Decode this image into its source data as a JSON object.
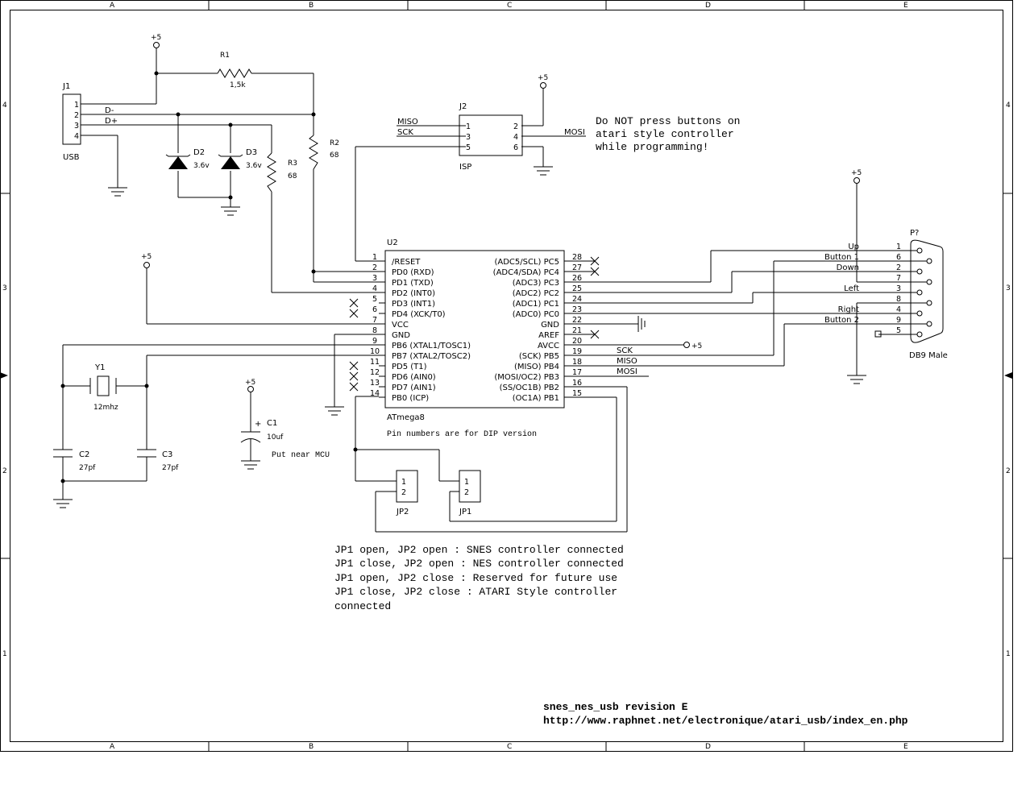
{
  "frame": {
    "col_labels": [
      "A",
      "B",
      "C",
      "D",
      "E"
    ],
    "row_labels": [
      "4",
      "3",
      "2",
      "1"
    ]
  },
  "components": {
    "j1": {
      "ref": "J1",
      "name": "USB",
      "pins": [
        "1",
        "2",
        "3",
        "4"
      ],
      "signals": [
        "D-",
        "D+"
      ]
    },
    "r1": {
      "ref": "R1",
      "value": "1,5k"
    },
    "r2": {
      "ref": "R2",
      "value": "68"
    },
    "r3": {
      "ref": "R3",
      "value": "68"
    },
    "d2": {
      "ref": "D2",
      "value": "3.6v"
    },
    "d3": {
      "ref": "D3",
      "value": "3.6v"
    },
    "j2": {
      "ref": "J2",
      "name": "ISP",
      "left_pins": [
        "1",
        "3",
        "5"
      ],
      "right_pins": [
        "2",
        "4",
        "6"
      ],
      "left_signals": [
        "MISO",
        "SCK"
      ],
      "right_signal": "MOSI"
    },
    "u2": {
      "ref": "U2",
      "name": "ATmega8",
      "note": "Pin numbers are for DIP version",
      "left_pins": [
        {
          "num": "1",
          "label": "/RESET"
        },
        {
          "num": "2",
          "label": "PD0 (RXD)"
        },
        {
          "num": "3",
          "label": "PD1 (TXD)"
        },
        {
          "num": "4",
          "label": "PD2 (INT0)"
        },
        {
          "num": "5",
          "label": "PD3 (INT1)"
        },
        {
          "num": "6",
          "label": "PD4 (XCK/T0)"
        },
        {
          "num": "7",
          "label": "VCC"
        },
        {
          "num": "8",
          "label": "GND"
        },
        {
          "num": "9",
          "label": "PB6 (XTAL1/TOSC1)"
        },
        {
          "num": "10",
          "label": "PB7 (XTAL2/TOSC2)"
        },
        {
          "num": "11",
          "label": "PD5 (T1)"
        },
        {
          "num": "12",
          "label": "PD6 (AIN0)"
        },
        {
          "num": "13",
          "label": "PD7 (AIN1)"
        },
        {
          "num": "14",
          "label": "PB0 (ICP)"
        }
      ],
      "right_pins": [
        {
          "num": "28",
          "label": "(ADC5/SCL) PC5"
        },
        {
          "num": "27",
          "label": "(ADC4/SDA) PC4"
        },
        {
          "num": "26",
          "label": "(ADC3) PC3"
        },
        {
          "num": "25",
          "label": "(ADC2) PC2"
        },
        {
          "num": "24",
          "label": "(ADC1) PC1"
        },
        {
          "num": "23",
          "label": "(ADC0) PC0"
        },
        {
          "num": "22",
          "label": "GND"
        },
        {
          "num": "21",
          "label": "AREF"
        },
        {
          "num": "20",
          "label": "AVCC"
        },
        {
          "num": "19",
          "label": "(SCK) PB5"
        },
        {
          "num": "18",
          "label": "(MISO) PB4"
        },
        {
          "num": "17",
          "label": "(MOSI/OC2) PB3"
        },
        {
          "num": "16",
          "label": "(SS/OC1B) PB2"
        },
        {
          "num": "15",
          "label": "(OC1A) PB1"
        }
      ],
      "right_signals": [
        "SCK",
        "MISO",
        "MOSI"
      ]
    },
    "y1": {
      "ref": "Y1",
      "value": "12mhz"
    },
    "c1": {
      "ref": "C1",
      "value": "10uf",
      "plus": "+",
      "note": "Put near MCU"
    },
    "c2": {
      "ref": "C2",
      "value": "27pf"
    },
    "c3": {
      "ref": "C3",
      "value": "27pf"
    },
    "jp1": {
      "ref": "JP1",
      "pins": [
        "1",
        "2"
      ]
    },
    "jp2": {
      "ref": "JP2",
      "pins": [
        "1",
        "2"
      ]
    },
    "p1": {
      "ref": "P?",
      "name": "DB9 Male",
      "pins": [
        {
          "num": "1",
          "label": "Up"
        },
        {
          "num": "6",
          "label": "Button 1"
        },
        {
          "num": "2",
          "label": "Down"
        },
        {
          "num": "7",
          "label": ""
        },
        {
          "num": "3",
          "label": "Left"
        },
        {
          "num": "8",
          "label": ""
        },
        {
          "num": "4",
          "label": "Right"
        },
        {
          "num": "9",
          "label": "Button 2"
        },
        {
          "num": "5",
          "label": ""
        }
      ]
    }
  },
  "power": {
    "vcc": "+5"
  },
  "notes": {
    "warning": [
      "Do NOT press buttons on",
      "atari style controller",
      "while programming!"
    ],
    "jumpers": [
      "JP1 open, JP2 open : SNES controller connected",
      "JP1 close, JP2 open : NES controller connected",
      "JP1 open, JP2 close : Reserved for future use",
      "JP1 close, JP2 close : ATARI Style controller",
      "connected"
    ],
    "title": "snes_nes_usb revision E",
    "url": "http://www.raphnet.net/electronique/atari_usb/index_en.php"
  }
}
